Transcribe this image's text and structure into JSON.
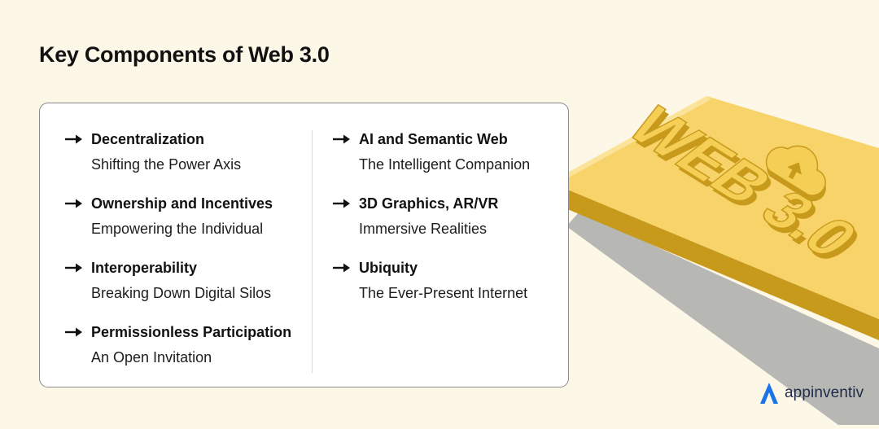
{
  "title": "Key Components of Web 3.0",
  "left_items": [
    {
      "title": "Decentralization",
      "subtitle": "Shifting the Power Axis"
    },
    {
      "title": "Ownership and Incentives",
      "subtitle": "Empowering the Individual"
    },
    {
      "title": "Interoperability",
      "subtitle": "Breaking Down Digital Silos"
    },
    {
      "title": "Permissionless Participation",
      "subtitle": "An Open Invitation"
    }
  ],
  "right_items": [
    {
      "title": "AI and Semantic Web",
      "subtitle": "The Intelligent Companion"
    },
    {
      "title": "3D Graphics, AR/VR",
      "subtitle": "Immersive Realities"
    },
    {
      "title": "Ubiquity",
      "subtitle": "The Ever-Present Internet"
    }
  ],
  "illustration": {
    "text": "WEB 3.0",
    "icon": "cloud-upload-icon"
  },
  "brand": {
    "name": "appinventiv",
    "logo_color": "#1a73e8"
  },
  "colors": {
    "background": "#fdf7e7",
    "gold": "#f7d36a",
    "gold_dark": "#c89a1c",
    "shadow": "#b5b5b5"
  }
}
